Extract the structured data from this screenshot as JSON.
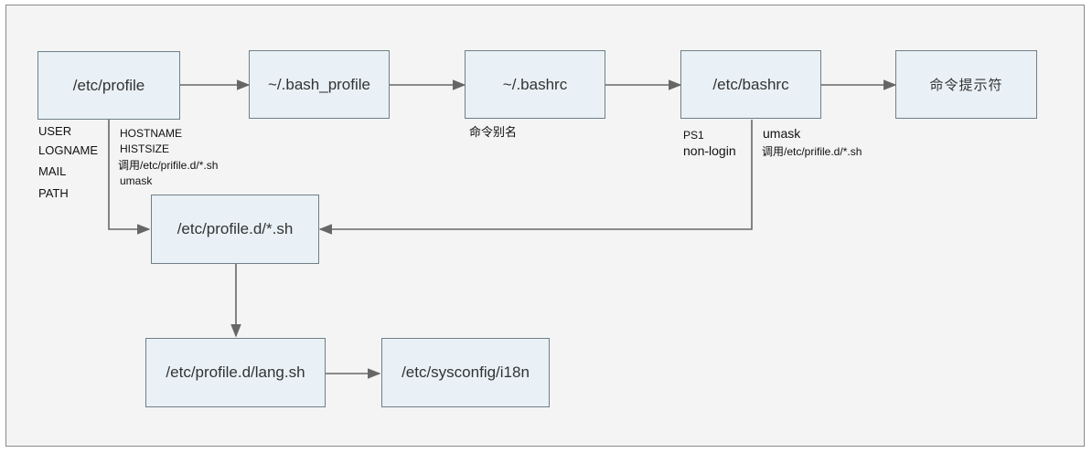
{
  "nodes": {
    "etc_profile": "/etc/profile",
    "bash_profile": "~/.bash_profile",
    "bashrc_home": "~/.bashrc",
    "etc_bashrc": "/etc/bashrc",
    "prompt": "命令提示符",
    "profile_d": "/etc/profile.d/*.sh",
    "lang_sh": "/etc/profile.d/lang.sh",
    "i18n": "/etc/sysconfig/i18n"
  },
  "labels": {
    "profile_vars": [
      "USER",
      "LOGNAME",
      "MAIL",
      "PATH"
    ],
    "profile_more": [
      "HOSTNAME",
      "HISTSIZE",
      "调用/etc/prifile.d/*.sh",
      "umask"
    ],
    "bashrc_alias": "命令别名",
    "etc_bashrc_left": [
      "PS1",
      "non-login"
    ],
    "etc_bashrc_right": [
      "umask",
      "调用/etc/prifile.d/*.sh"
    ]
  },
  "colors": {
    "box_fill": "#e9f1f6",
    "box_border": "#6f7f88",
    "arrow": "#666666",
    "background": "#f4f4f4"
  }
}
